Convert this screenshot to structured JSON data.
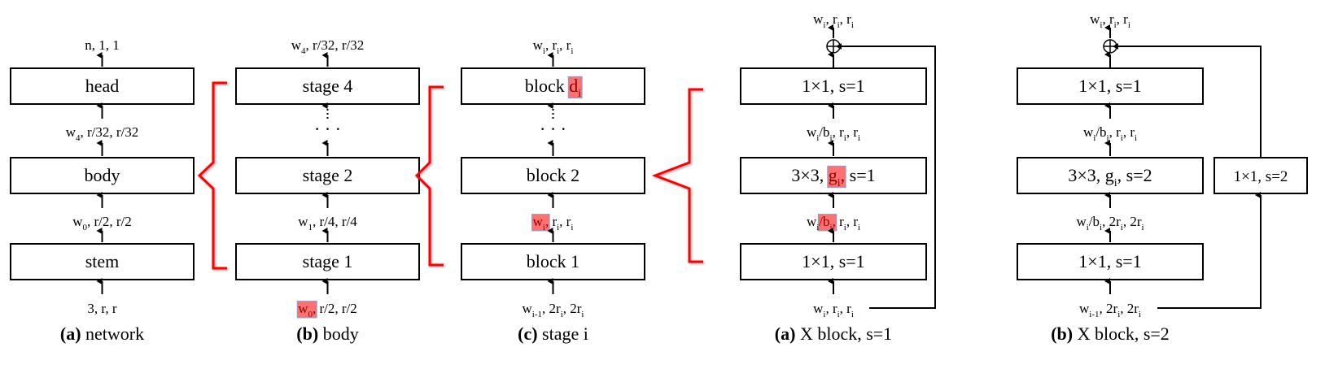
{
  "colors": {
    "stroke": "#000000",
    "bracket": "#ff0000",
    "highlight_fill": "#ff7070",
    "highlight_border": "#7aa7e0",
    "highlight_text": "#8b0000"
  },
  "panels": [
    {
      "id": "network",
      "caption_letter": "(a)",
      "caption_text": "network",
      "boxes": [
        "head",
        "body",
        "stem"
      ],
      "labels": {
        "top": [
          {
            "t": "n, 1, 1"
          }
        ],
        "mid_upper": [
          {
            "t": "w"
          },
          {
            "s": "4"
          },
          {
            "t": ", r/32, r/32"
          }
        ],
        "mid_lower": [
          {
            "t": "w"
          },
          {
            "s": "0"
          },
          {
            "t": ", r/2, r/2"
          }
        ],
        "bottom": [
          {
            "t": "3, r, r"
          }
        ]
      }
    },
    {
      "id": "body",
      "caption_letter": "(b)",
      "caption_text": "body",
      "boxes": [
        "stage 4",
        "stage 2",
        "stage 1"
      ],
      "ellipsis": "· · ·",
      "labels": {
        "top": [
          {
            "t": "w"
          },
          {
            "s": "4"
          },
          {
            "t": ", r/32, r/32"
          }
        ],
        "mid_lower": [
          {
            "t": "w"
          },
          {
            "s": "1"
          },
          {
            "t": ", r/4, r/4"
          }
        ],
        "bottom": [
          {
            "t": "w",
            "hl": true
          },
          {
            "s": "0",
            "hl": true
          },
          {
            "t": ",",
            "hl": true
          },
          {
            "t": " r/2, r/2"
          }
        ]
      }
    },
    {
      "id": "stage",
      "caption_letter": "(c)",
      "caption_text": "stage i",
      "boxes": [
        "block",
        "block 2",
        "block 1"
      ],
      "top_box_highlight": [
        {
          "t": "d",
          "hl": true
        },
        {
          "s": "i",
          "hl": true
        }
      ],
      "ellipsis": "· · ·",
      "labels": {
        "top": [
          {
            "t": "w"
          },
          {
            "s": "i"
          },
          {
            "t": ", r"
          },
          {
            "s": "i"
          },
          {
            "t": ", r"
          },
          {
            "s": "i"
          }
        ],
        "mid_lower": [
          {
            "t": "w",
            "hl": true
          },
          {
            "s": "i",
            "hl": true
          },
          {
            "t": ",",
            "hl": true
          },
          {
            "t": " r"
          },
          {
            "s": "i"
          },
          {
            "t": ", r"
          },
          {
            "s": "i"
          }
        ],
        "bottom": [
          {
            "t": "w"
          },
          {
            "s": "i-1"
          },
          {
            "t": ", 2r"
          },
          {
            "s": "i"
          },
          {
            "t": ", 2r"
          },
          {
            "s": "i"
          }
        ]
      }
    },
    {
      "id": "xblock-s1",
      "caption_letter": "(a)",
      "caption_text": "X block, s=1",
      "boxes": [
        "1×1, s=1",
        "3×3, g, s=1",
        "1×1, s=1"
      ],
      "mid_box_rich": [
        {
          "t": "3×3, "
        },
        {
          "t": "g",
          "hl": true
        },
        {
          "s": "i",
          "hl": true
        },
        {
          "t": ",",
          "hl": true
        },
        {
          "t": " s=1"
        }
      ],
      "labels": {
        "top": [
          {
            "t": "w"
          },
          {
            "s": "i"
          },
          {
            "t": ", r"
          },
          {
            "s": "i"
          },
          {
            "t": ", r"
          },
          {
            "s": "i"
          }
        ],
        "mid_upper": [
          {
            "t": "w"
          },
          {
            "s": "i"
          },
          {
            "t": "/b"
          },
          {
            "s": "i"
          },
          {
            "t": ", r"
          },
          {
            "s": "i"
          },
          {
            "t": ", r"
          },
          {
            "s": "i"
          }
        ],
        "mid_lower": [
          {
            "t": "w"
          },
          {
            "s": "i"
          },
          {
            "t": "/b",
            "hl": true
          },
          {
            "s": "i",
            "hl": true
          },
          {
            "t": ",",
            "hl": true
          },
          {
            "t": " r"
          },
          {
            "s": "i"
          },
          {
            "t": ", r"
          },
          {
            "s": "i"
          }
        ],
        "bottom": [
          {
            "t": "w"
          },
          {
            "s": "i"
          },
          {
            "t": ", r"
          },
          {
            "s": "i"
          },
          {
            "t": ", r"
          },
          {
            "s": "i"
          }
        ]
      },
      "sum_symbol": "⊕"
    },
    {
      "id": "xblock-s2",
      "caption_letter": "(b)",
      "caption_text": "X block, s=2",
      "boxes": [
        "1×1, s=1",
        "3×3, g, s=2",
        "1×1, s=1"
      ],
      "mid_box_rich": [
        {
          "t": "3×3, g"
        },
        {
          "s": "i"
        },
        {
          "t": ", s=2"
        }
      ],
      "shortcut_box": "1×1, s=2",
      "labels": {
        "top": [
          {
            "t": "w"
          },
          {
            "s": "i"
          },
          {
            "t": ", r"
          },
          {
            "s": "i"
          },
          {
            "t": ", r"
          },
          {
            "s": "i"
          }
        ],
        "mid_upper": [
          {
            "t": "w"
          },
          {
            "s": "i"
          },
          {
            "t": "/b"
          },
          {
            "s": "i"
          },
          {
            "t": ", r"
          },
          {
            "s": "i"
          },
          {
            "t": ", r"
          },
          {
            "s": "i"
          }
        ],
        "mid_lower": [
          {
            "t": "w"
          },
          {
            "s": "i"
          },
          {
            "t": "/b"
          },
          {
            "s": "i"
          },
          {
            "t": ", 2r"
          },
          {
            "s": "i"
          },
          {
            "t": ", 2r"
          },
          {
            "s": "i"
          }
        ],
        "bottom": [
          {
            "t": "w"
          },
          {
            "s": "i-1"
          },
          {
            "t": ", 2r"
          },
          {
            "s": "i"
          },
          {
            "t": ", 2r"
          },
          {
            "s": "i"
          }
        ]
      },
      "sum_symbol": "⊕"
    }
  ]
}
